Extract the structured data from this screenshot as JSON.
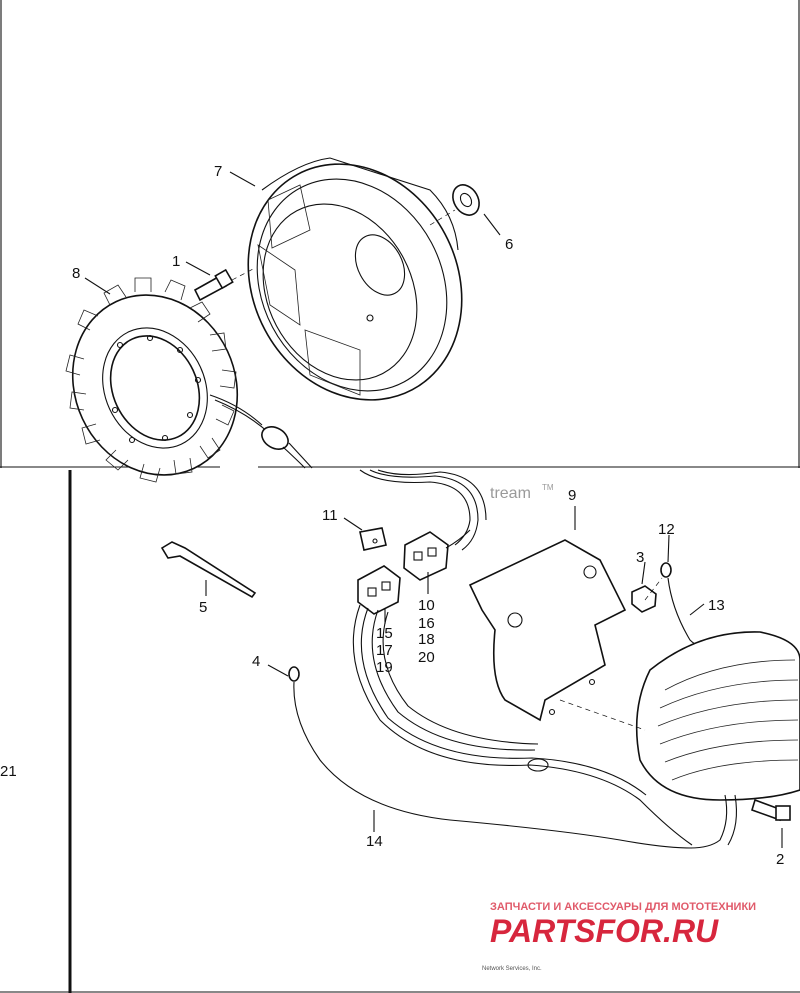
{
  "callouts": {
    "c1": "1",
    "c2": "2",
    "c3": "3",
    "c4": "4",
    "c5": "5",
    "c6": "6",
    "c7": "7",
    "c8": "8",
    "c9": "9",
    "c10": "10",
    "c16": "16",
    "c18": "18",
    "c20": "20",
    "c11": "11",
    "c12": "12",
    "c13": "13",
    "c14": "14",
    "c15": "15",
    "c17": "17",
    "c19": "19",
    "c21": "21"
  },
  "watermark": {
    "stream": "tream",
    "tm": "TM",
    "caption": "ЗАПЧАСТИ И АКСЕССУАРЫ ДЛЯ МОТОТЕХНИКИ",
    "logo": "PARTSFOR.RU",
    "copyright": "Network Services, Inc."
  },
  "colors": {
    "line": "#111111",
    "logo": "#d7263d",
    "caption": "#e05a6a"
  }
}
